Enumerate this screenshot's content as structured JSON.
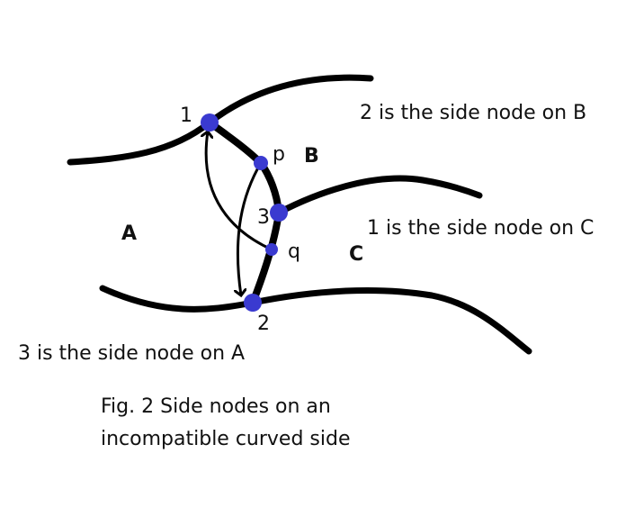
{
  "regions": {
    "a": "A",
    "b": "B",
    "c": "C"
  },
  "nodes": {
    "n1": "1",
    "n2": "2",
    "n3": "3",
    "p": "p",
    "q": "q"
  },
  "notes": {
    "b_side": "2 is the side node on B",
    "c_side": "1 is the side node on C",
    "a_side": "3 is the side node on A"
  },
  "caption": {
    "line1": "Fig. 2  Side nodes on an",
    "line2": "incompatible curved side"
  },
  "colors": {
    "node": "#3a3ad0",
    "stroke": "#000000"
  }
}
